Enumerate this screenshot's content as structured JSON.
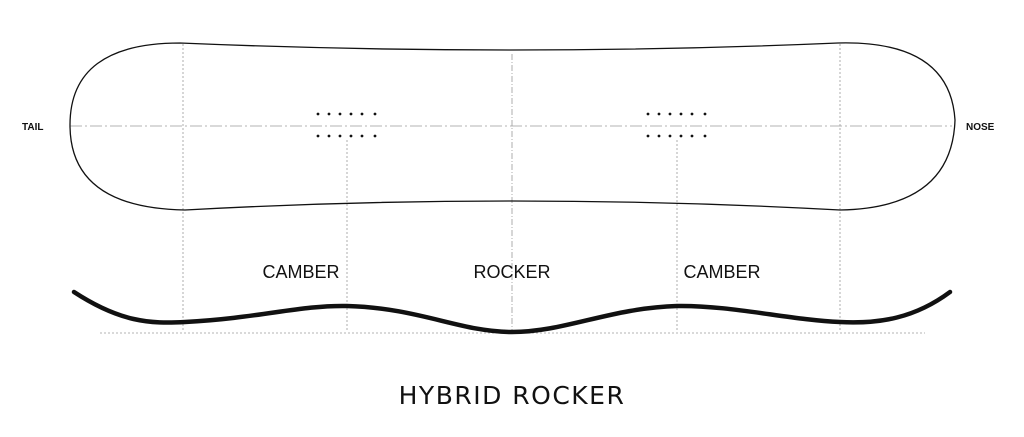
{
  "labels": {
    "tail": "TAIL",
    "nose": "NOSE",
    "zone_left": "CAMBER",
    "zone_center": "ROCKER",
    "zone_right": "CAMBER",
    "title": "HYBRID ROCKER"
  },
  "colors": {
    "ink": "#111111",
    "guide": "#9a9a9a"
  }
}
